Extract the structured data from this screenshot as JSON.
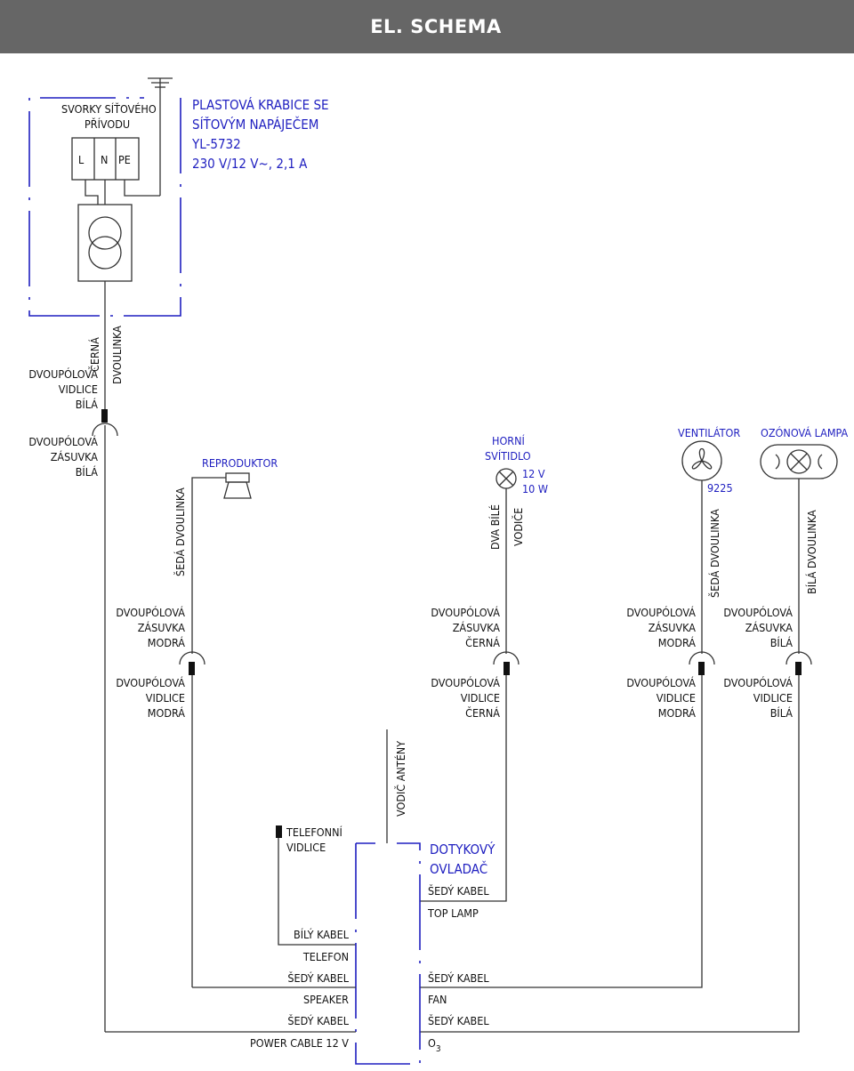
{
  "header": {
    "title": "EL. SCHEMA"
  },
  "power_supply": {
    "terminal_title_1": "SVORKY SÍŤOVÉHO",
    "terminal_title_2": "PŘÍVODU",
    "terminal_l": "L",
    "terminal_n": "N",
    "terminal_pe": "PE",
    "desc_1": "PLASTOVÁ KRABICE SE",
    "desc_2": "SÍŤOVÝM NAPÁJEČEM",
    "desc_3": "YL-5732",
    "desc_4": "230 V/12 V~, 2,1 A"
  },
  "power_cable": {
    "wire_1": "ČERNÁ",
    "wire_2": "DVOULINKA",
    "plug_1": "DVOUPÓLOVÁ",
    "plug_2": "VIDLICE",
    "plug_3": "BÍLÁ",
    "socket_1": "DVOUPÓLOVÁ",
    "socket_2": "ZÁSUVKA",
    "socket_3": "BÍLÁ"
  },
  "speaker": {
    "title": "REPRODUKTOR",
    "cable": "ŠEDÁ DVOULINKA",
    "socket_1": "DVOUPÓLOVÁ",
    "socket_2": "ZÁSUVKA",
    "socket_3": "MODRÁ",
    "plug_1": "DVOUPÓLOVÁ",
    "plug_2": "VIDLICE",
    "plug_3": "MODRÁ"
  },
  "top_lamp": {
    "title_1": "HORNÍ",
    "title_2": "SVÍTIDLO",
    "spec_1": "12 V",
    "spec_2": "10 W",
    "cable_1": "DVA BÍLÉ",
    "cable_2": "VODIČE",
    "socket_1": "DVOUPÓLOVÁ",
    "socket_2": "ZÁSUVKA",
    "socket_3": "ČERNÁ",
    "plug_1": "DVOUPÓLOVÁ",
    "plug_2": "VIDLICE",
    "plug_3": "ČERNÁ"
  },
  "fan": {
    "title": "VENTILÁTOR",
    "model": "9225",
    "cable": "ŠEDÁ DVOULINKA",
    "socket_1": "DVOUPÓLOVÁ",
    "socket_2": "ZÁSUVKA",
    "socket_3": "MODRÁ",
    "plug_1": "DVOUPÓLOVÁ",
    "plug_2": "VIDLICE",
    "plug_3": "MODRÁ"
  },
  "ozone_lamp": {
    "title": "OZÓNOVÁ LAMPA",
    "cable": "BÍLÁ DVOULINKA",
    "socket_1": "DVOUPÓLOVÁ",
    "socket_2": "ZÁSUVKA",
    "socket_3": "BÍLÁ",
    "plug_1": "DVOUPÓLOVÁ",
    "plug_2": "VIDLICE",
    "plug_3": "BÍLÁ"
  },
  "antenna": {
    "label": "VODIČ ANTÉNY"
  },
  "telephone": {
    "label_1": "TELEFONNÍ",
    "label_2": "VIDLICE"
  },
  "controller": {
    "title_1": "DOTYKOVÝ",
    "title_2": "OVLADAČ",
    "left": {
      "white_cable": "BÍLÝ KABEL",
      "telefon": "TELEFON",
      "grey_cable_1": "ŠEDÝ KABEL",
      "speaker": "SPEAKER",
      "grey_cable_2": "ŠEDÝ KABEL",
      "power": "POWER CABLE 12 V"
    },
    "right": {
      "grey_cable_1": "ŠEDÝ KABEL",
      "top_lamp": "TOP LAMP",
      "grey_cable_2": "ŠEDÝ KABEL",
      "fan": "FAN",
      "grey_cable_3": "ŠEDÝ KABEL",
      "o3": "O",
      "o3_sub": "3"
    }
  },
  "colors": {
    "header_bg": "#666666",
    "header_text": "#ffffff",
    "component_label": "#1f1fc0",
    "wire": "#333333"
  }
}
